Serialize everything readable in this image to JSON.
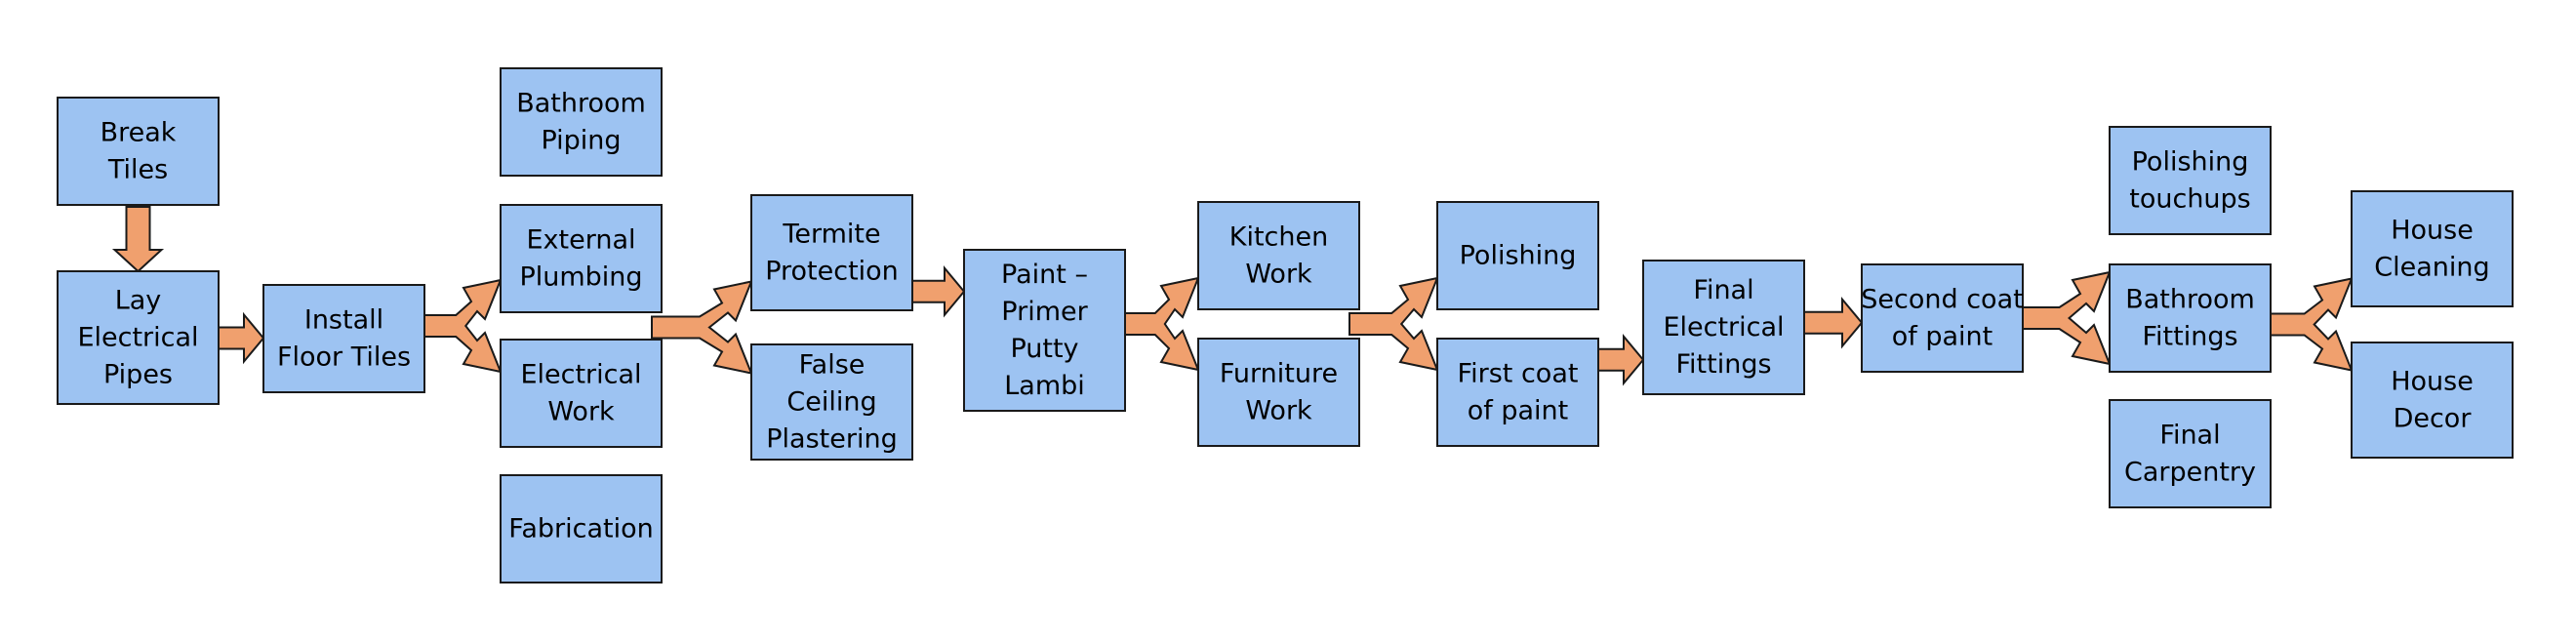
{
  "colors": {
    "box_fill": "#9DC3F2",
    "box_stroke": "#1a1a1a",
    "arrow_fill": "#F0A06E",
    "text": "#000000"
  },
  "boxes": [
    {
      "id": "break-tiles",
      "lines": [
        "Break",
        "Tiles"
      ]
    },
    {
      "id": "lay-electrical-pipes",
      "lines": [
        "Lay",
        "Electrical",
        "Pipes"
      ]
    },
    {
      "id": "install-floor-tiles",
      "lines": [
        "Install",
        "Floor Tiles"
      ]
    },
    {
      "id": "bathroom-piping",
      "lines": [
        "Bathroom",
        "Piping"
      ]
    },
    {
      "id": "external-plumbing",
      "lines": [
        "External",
        "Plumbing"
      ]
    },
    {
      "id": "electrical-work",
      "lines": [
        "Electrical",
        "Work"
      ]
    },
    {
      "id": "fabrication",
      "lines": [
        "Fabrication"
      ]
    },
    {
      "id": "termite-protection",
      "lines": [
        "Termite",
        "Protection"
      ]
    },
    {
      "id": "false-ceiling-plastering",
      "lines": [
        "False",
        "Ceiling",
        "Plastering"
      ]
    },
    {
      "id": "paint-primer-putty-lambi",
      "lines": [
        "Paint –",
        "Primer",
        "Putty",
        "Lambi"
      ]
    },
    {
      "id": "kitchen-work",
      "lines": [
        "Kitchen",
        "Work"
      ]
    },
    {
      "id": "furniture-work",
      "lines": [
        "Furniture",
        "Work"
      ]
    },
    {
      "id": "polishing",
      "lines": [
        "Polishing"
      ]
    },
    {
      "id": "first-coat-of-paint",
      "lines": [
        "First coat",
        "of paint"
      ]
    },
    {
      "id": "final-electrical-fittings",
      "lines": [
        "Final",
        "Electrical",
        "Fittings"
      ]
    },
    {
      "id": "second-coat-of-paint",
      "lines": [
        "Second coat",
        "of paint"
      ]
    },
    {
      "id": "polishing-touchups",
      "lines": [
        "Polishing",
        "touchups"
      ]
    },
    {
      "id": "bathroom-fittings",
      "lines": [
        "Bathroom",
        "Fittings"
      ]
    },
    {
      "id": "final-carpentry",
      "lines": [
        "Final",
        "Carpentry"
      ]
    },
    {
      "id": "house-cleaning",
      "lines": [
        "House",
        "Cleaning"
      ]
    },
    {
      "id": "house-decor",
      "lines": [
        "House",
        "Decor"
      ]
    }
  ],
  "arrows": [
    {
      "type": "down",
      "from": "break-tiles",
      "to": "lay-electrical-pipes"
    },
    {
      "type": "right",
      "from": "lay-electrical-pipes",
      "to": "install-floor-tiles"
    },
    {
      "type": "split",
      "from": "install-floor-tiles",
      "to": [
        "external-plumbing",
        "electrical-work"
      ]
    },
    {
      "type": "split",
      "from": "electrical-work",
      "to": [
        "termite-protection",
        "false-ceiling-plastering"
      ]
    },
    {
      "type": "right",
      "from": "termite-protection",
      "to": "paint-primer-putty-lambi"
    },
    {
      "type": "split",
      "from": "paint-primer-putty-lambi",
      "to": [
        "kitchen-work",
        "furniture-work"
      ]
    },
    {
      "type": "split",
      "from": "furniture-work",
      "to": [
        "polishing",
        "first-coat-of-paint"
      ]
    },
    {
      "type": "right",
      "from": "first-coat-of-paint",
      "to": "final-electrical-fittings"
    },
    {
      "type": "right",
      "from": "final-electrical-fittings",
      "to": "second-coat-of-paint"
    },
    {
      "type": "split",
      "from": "second-coat-of-paint",
      "to": [
        "bathroom-fittings"
      ]
    },
    {
      "type": "split",
      "from": "bathroom-fittings",
      "to": [
        "house-cleaning",
        "house-decor"
      ]
    }
  ]
}
